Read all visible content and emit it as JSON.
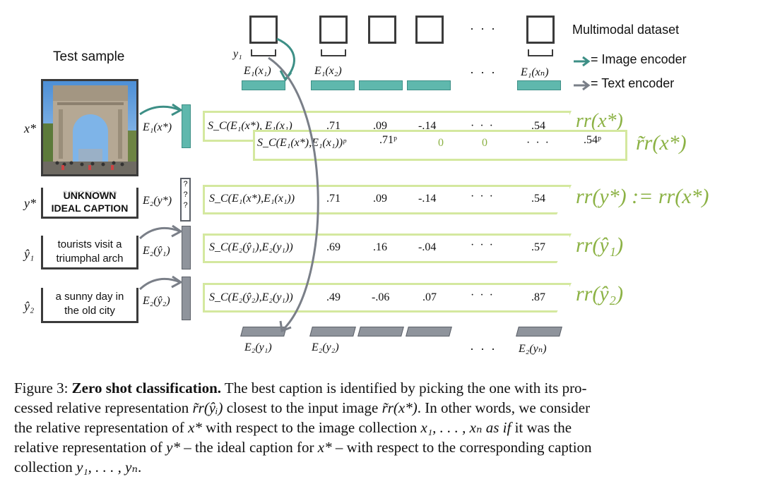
{
  "legend": {
    "dataset": "Multimodal dataset",
    "image_encoder": "= Image encoder",
    "text_encoder": "= Text encoder"
  },
  "test_sample_label": "Test sample",
  "top": {
    "y1": "y₁",
    "enc_labels": [
      "E₁(x₁)",
      "E₁(x₂)",
      "E₁(xₙ)"
    ],
    "dots": "· · ·"
  },
  "bottom": {
    "enc_labels": [
      "E₂(y₁)",
      "E₂(y₂)",
      "E₂(yₙ)"
    ],
    "dots": "· · ·"
  },
  "rows": {
    "x_star": {
      "var": "x*",
      "enc": "E₁(x*)",
      "sim": "S_C(E₁(x*), E₁(x₁)",
      "values": [
        ".71",
        ".09",
        "-.14",
        "· · ·",
        ".54"
      ],
      "rr": "rr(x*)"
    },
    "processed": {
      "sim": "S_C(E₁(x*),E₁(x₁))ᵖ",
      "values": [
        ".71ᵖ",
        "0",
        "0",
        "· · ·",
        ".54ᵖ"
      ],
      "rr": "r̃r(x*)"
    },
    "y_star": {
      "var": "y*",
      "ghost": "??????????",
      "caption_line1": "UNKNOWN",
      "caption_line2": "IDEAL CAPTION",
      "enc": "E₂(y*)",
      "q": "?",
      "sim": "S_C(E₁(x*),E₁(x₁))",
      "values": [
        ".71",
        ".09",
        "-.14",
        "· · ·",
        ".54"
      ],
      "rr": "rr(y*) := rr(x*)"
    },
    "y_hat1": {
      "var": "ŷ₁",
      "caption_line1": "tourists visit a",
      "caption_line2": "triumphal arch",
      "enc": "E₂(ŷ₁)",
      "sim": "S_C(E₂(ŷ₁),E₂(y₁))",
      "values": [
        ".69",
        ".16",
        "-.04",
        "· · ·",
        ".57"
      ],
      "rr": "rr(ŷ₁)"
    },
    "y_hat2": {
      "var": "ŷ₂",
      "caption_line1": "a sunny day in",
      "caption_line2": "the old city",
      "enc": "E₂(ŷ₂)",
      "sim": "S_C(E₂(ŷ₂),E₂(y₁))",
      "values": [
        ".49",
        "-.06",
        ".07",
        "· · ·",
        ".87"
      ],
      "rr": "rr(ŷ₂)"
    }
  },
  "caption": {
    "figure_no": "Figure 3:",
    "title": "Zero shot classification.",
    "t1": "The best caption is identified by picking the one with its pro-",
    "t2a": "cessed relative representation ",
    "t2b": "r̃r(ŷᵢ)",
    "t2c": " closest to the input image ",
    "t2d": "r̃r(x*)",
    "t2e": ". In other words, we consider",
    "t3a": "the relative representation of ",
    "t3b": "x*",
    "t3c": " with respect to the image collection ",
    "t3d": "x₁, . . . , xₙ",
    "t3e": " as if",
    "t3f": " it was the",
    "t4a": "relative representation of ",
    "t4b": "y*",
    "t4c": " – the ideal caption for ",
    "t4d": "x*",
    "t4e": " – with respect to the corresponding caption",
    "t5a": "collection ",
    "t5b": "y₁, . . . , yₙ",
    "t5c": "."
  },
  "colors": {
    "teal": "#5fb8ad",
    "grey_encoder": "#8f949c",
    "green_highlight": "#8cb245",
    "green_border": "#d4e89f"
  }
}
